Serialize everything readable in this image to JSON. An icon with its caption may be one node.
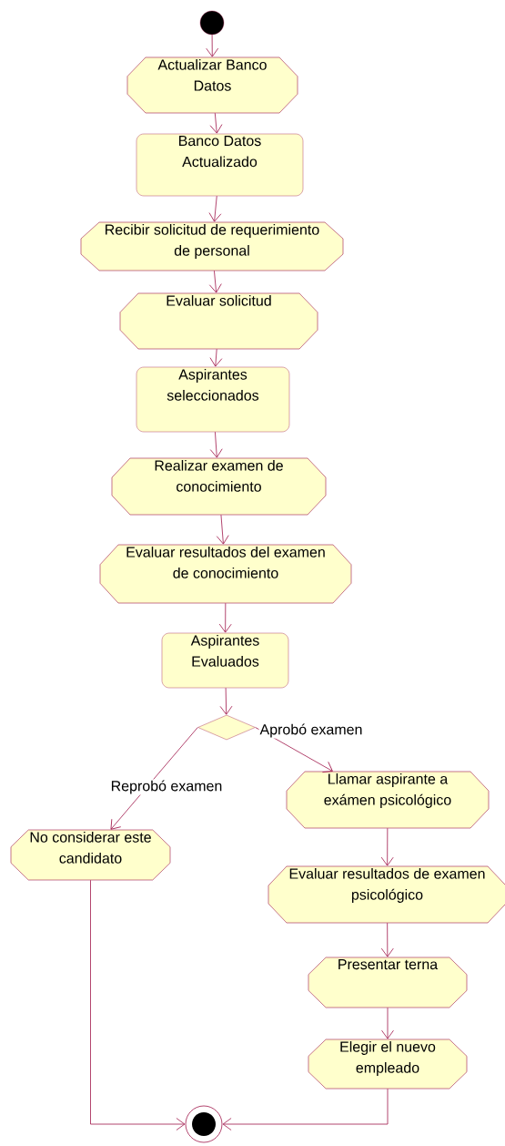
{
  "diagram": {
    "nodes": [
      {
        "text": [],
        "shape": "circle"
      },
      {
        "text": [
          "Actualizar Banco Datos"
        ]
      },
      {
        "text": [
          "Banco Datos Actualizado"
        ]
      },
      {
        "text": [
          "Recibir solicitud de requerimiento de personal"
        ]
      },
      {
        "text": [
          "Evaluar solicitud"
        ]
      },
      {
        "text": [
          "Aspirantes seleccionados"
        ]
      },
      {
        "text": [
          "Realizar examen de conocimiento"
        ]
      },
      {
        "text": [
          "Evaluar resultados del examen de conocimiento"
        ]
      },
      {
        "text": [
          "Aspirantes Evaluados"
        ]
      },
      {
        "text": [],
        "shape": "diamond"
      },
      {
        "text": [
          "Llamar aspirante a exámen psicológico"
        ]
      },
      {
        "text": [
          "No considerar este candidato"
        ]
      },
      {
        "text": [
          "Evaluar resultados de examen psicológico"
        ]
      },
      {
        "text": [
          "Presentar terna"
        ]
      },
      {
        "text": [
          "Elegir el nuevo empleado"
        ]
      },
      {
        "text": [],
        "shape": "circle"
      }
    ],
    "edges": [
      {
        "from": 0,
        "to": 1,
        "arrow": "to"
      },
      {
        "from": 1,
        "to": 2,
        "arrow": "to"
      },
      {
        "from": 2,
        "to": 3,
        "arrow": "to"
      },
      {
        "from": 3,
        "to": 4,
        "arrow": "to"
      },
      {
        "from": 4,
        "to": 5,
        "arrow": "to"
      },
      {
        "from": 5,
        "to": 6,
        "arrow": "to"
      },
      {
        "from": 6,
        "to": 7,
        "arrow": "to"
      },
      {
        "from": 7,
        "to": 8,
        "arrow": "to"
      },
      {
        "from": 8,
        "to": 9,
        "arrow": "to"
      },
      {
        "from": 9,
        "to": 10,
        "arrow": "to",
        "label": "Aprobó examen"
      },
      {
        "from": 9,
        "to": 11,
        "arrow": "to",
        "label": "Reprobó examen"
      },
      {
        "from": 10,
        "to": 12,
        "arrow": "to"
      },
      {
        "from": 12,
        "to": 13,
        "arrow": "to"
      },
      {
        "from": 13,
        "to": 14,
        "arrow": "to"
      },
      {
        "from": 11,
        "to": 15,
        "arrow": "to"
      },
      {
        "from": 14,
        "to": 15,
        "arrow": "to"
      }
    ]
  }
}
